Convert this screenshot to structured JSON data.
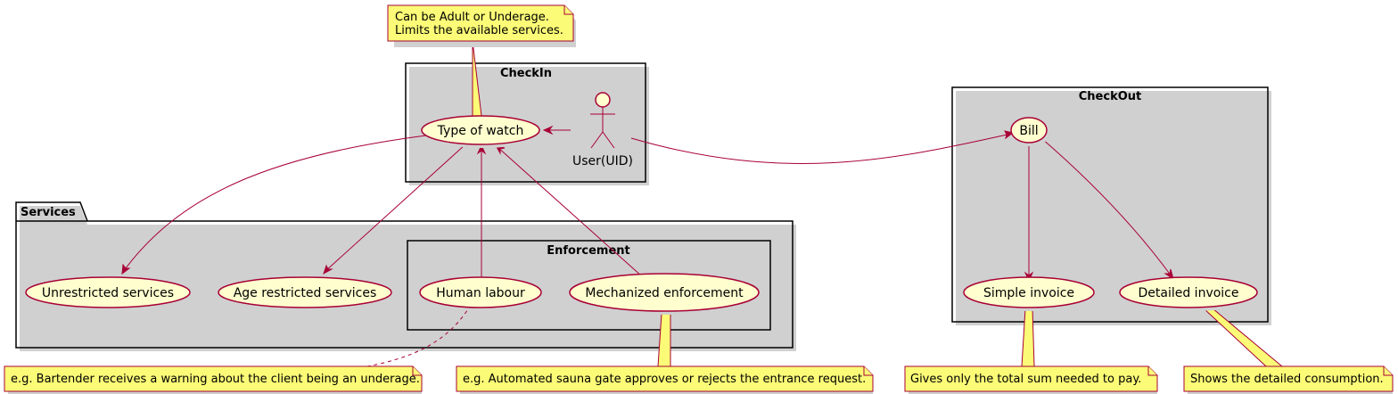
{
  "packages": {
    "checkin": "CheckIn",
    "checkout": "CheckOut",
    "services": "Services",
    "enforcement": "Enforcement"
  },
  "actor": {
    "label": "User(UID)"
  },
  "usecases": {
    "type_of_watch": "Type of watch",
    "bill": "Bill",
    "unrestricted": "Unrestricted services",
    "age_restricted": "Age restricted services",
    "human_labour": "Human labour",
    "mechanized": "Mechanized enforcement",
    "simple_invoice": "Simple invoice",
    "detailed_invoice": "Detailed invoice"
  },
  "notes": {
    "type_note": [
      "Can be Adult or Underage.",
      "Limits the available services."
    ],
    "human_note": "e.g. Bartender receives a warning about the client being an underage.",
    "mech_note": "e.g. Automated sauna gate approves or rejects the entrance request.",
    "simple_note": "Gives only the total sum needed to pay.",
    "detailed_note": "Shows the detailed consumption."
  },
  "colors": {
    "usecase_fill": "#FEFECE",
    "border": "#A80036",
    "note_fill": "#FBFB77"
  }
}
